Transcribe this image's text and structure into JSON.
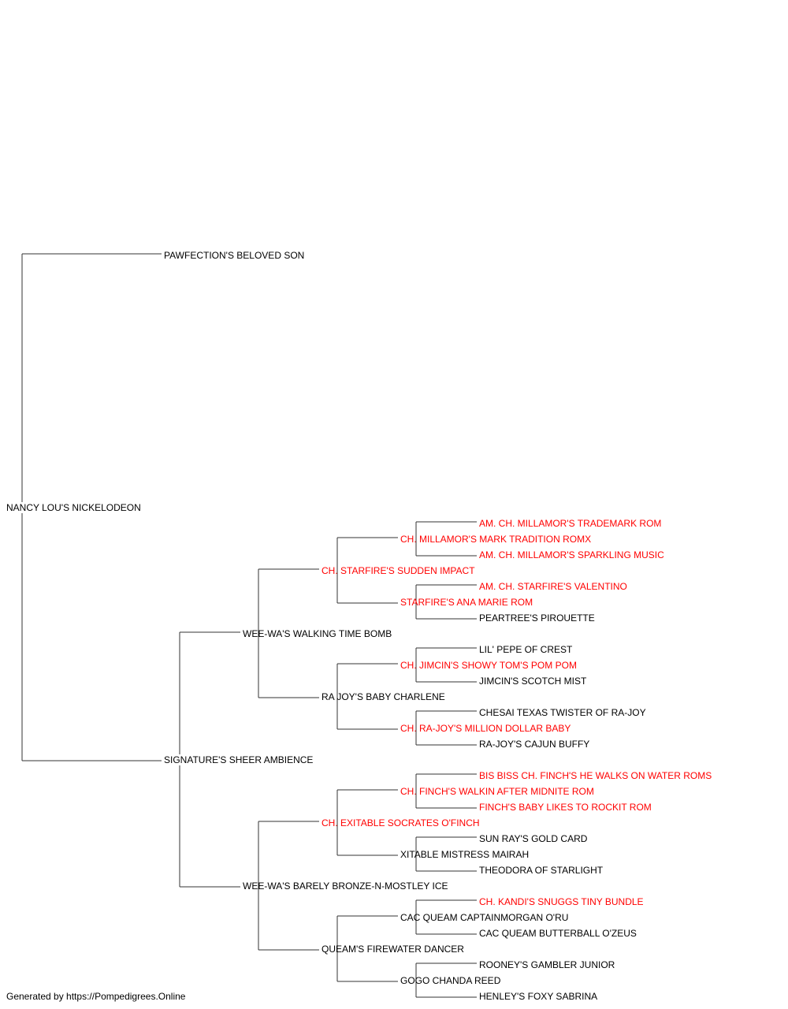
{
  "colors": {
    "normal": "#000000",
    "champion": "#ff0000",
    "line": "#333333"
  },
  "footer": "Generated by https://Pompedigrees.Online",
  "pedigree": {
    "subject": "NANCY LOU'S NICKELODEON",
    "sire": "PAWFECTION'S BELOVED SON",
    "dam": "SIGNATURE'S SHEER AMBIENCE",
    "dam_sire": "WEE-WA'S WALKING TIME BOMB",
    "dam_dam": "WEE-WA'S BARELY BRONZE-N-MOSTLEY ICE",
    "dam_sire_sire": "CH. STARFIRE'S SUDDEN IMPACT",
    "dam_sire_dam": "RA JOY'S BABY CHARLENE",
    "dam_dam_sire": "CH. EXITABLE SOCRATES O'FINCH",
    "dam_dam_dam": "QUEAM'S FIREWATER DANCER",
    "dss_sire": "CH. MILLAMOR'S MARK TRADITION ROMX",
    "dss_dam": "STARFIRE'S ANA MARIE ROM",
    "dsd_sire": "CH. JIMCIN'S SHOWY TOM'S POM POM",
    "dsd_dam": "CH. RA-JOY'S MILLION DOLLAR BABY",
    "dds_sire": "CH. FINCH'S WALKIN AFTER MIDNITE ROM",
    "dds_dam": "XITABLE MISTRESS MAIRAH",
    "ddd_sire": "CAC QUEAM CAPTAINMORGAN O'RU",
    "ddd_dam": "GOGO CHANDA REED",
    "g5": [
      "AM. CH. MILLAMOR'S TRADEMARK ROM",
      "AM. CH. MILLAMOR'S SPARKLING MUSIC",
      "AM. CH. STARFIRE'S VALENTINO",
      "PEARTREE'S PIROUETTE",
      "LIL' PEPE OF CREST",
      "JIMCIN'S SCOTCH MIST",
      "CHESAI TEXAS TWISTER OF RA-JOY",
      "RA-JOY'S CAJUN BUFFY",
      "BIS BISS CH. FINCH'S HE WALKS ON WATER ROMS",
      "FINCH'S BABY LIKES TO ROCKIT ROM",
      "SUN RAY'S GOLD CARD",
      "THEODORA OF STARLIGHT",
      "CH. KANDI'S SNUGGS TINY BUNDLE",
      "CAC QUEAM BUTTERBALL O'ZEUS",
      "ROONEY'S GAMBLER JUNIOR",
      "HENLEY'S FOXY SABRINA"
    ]
  }
}
